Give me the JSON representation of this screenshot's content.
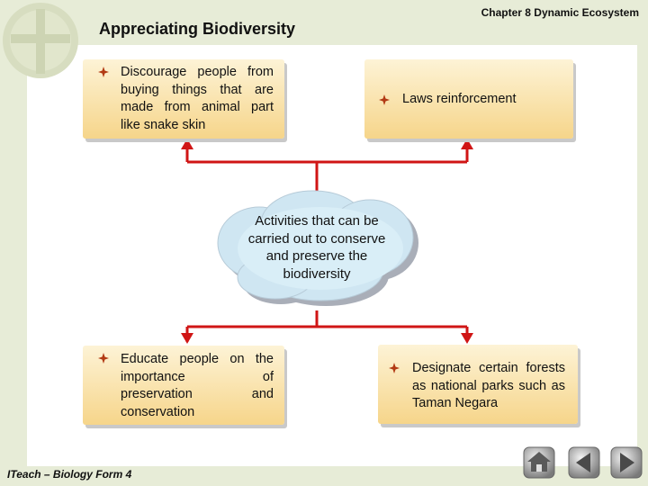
{
  "header": {
    "chapter": "Chapter 8 Dynamic Ecosystem",
    "title": "Appreciating Biodiversity"
  },
  "diagram": {
    "center_label": "Activities that can be carried out to conserve and preserve the biodiversity",
    "cards": [
      {
        "text": "Discourage people from buying things that are made from animal part like snake skin"
      },
      {
        "text": "Laws reinforcement"
      },
      {
        "text": "Educate people on the importance of preservation and conservation"
      },
      {
        "text": "Designate certain forests as national parks such as Taman Negara"
      }
    ],
    "colors": {
      "connector": "#d01515",
      "card_top": "#fdf3d6",
      "card_bottom": "#f6d58a",
      "bullet": "#b23a14",
      "cloud": "#cfe6f2"
    }
  },
  "footer": {
    "label": "ITeach – Biology Form 4"
  },
  "nav": {
    "home_icon": "home-icon",
    "back_icon": "triangle-left-icon",
    "forward_icon": "triangle-right-icon"
  }
}
